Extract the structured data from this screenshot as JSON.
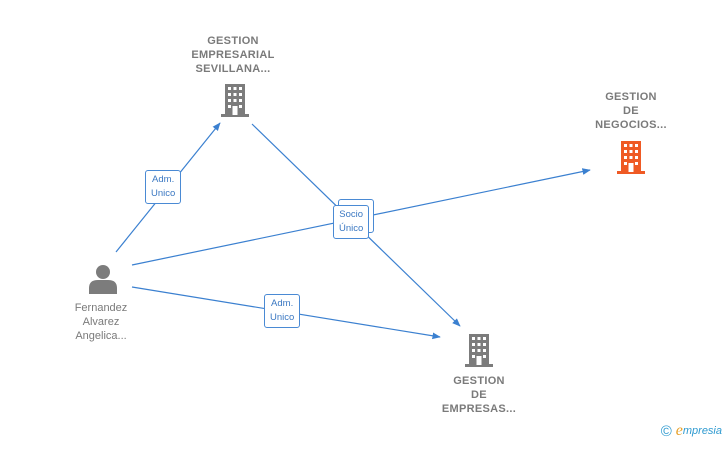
{
  "colors": {
    "edge": "#3b80d0",
    "company_gray": "#7c7c7c",
    "company_highlight": "#ef5a24",
    "person_gray": "#7c7c7c"
  },
  "nodes": {
    "sevillana": {
      "label": "GESTION\nEMPRESARIAL\nSEVILLANA...",
      "icon": "building-icon"
    },
    "negocios": {
      "label": "GESTION\nDE\nNEGOCIOS...",
      "icon": "building-icon"
    },
    "empresas": {
      "label": "GESTION\nDE\nEMPRESAS...",
      "icon": "building-icon"
    },
    "person": {
      "label": "Fernandez\nAlvarez\nAngelica...",
      "icon": "person-icon"
    }
  },
  "edge_labels": {
    "adm_unico_top": "Adm.\nUnico",
    "socio_unico": "Socio\nÚnico",
    "adm_unico_bottom": "Adm.\nUnico"
  },
  "footer": {
    "copyright": "©",
    "brand_initial": "e",
    "brand_rest": "mpresia"
  }
}
